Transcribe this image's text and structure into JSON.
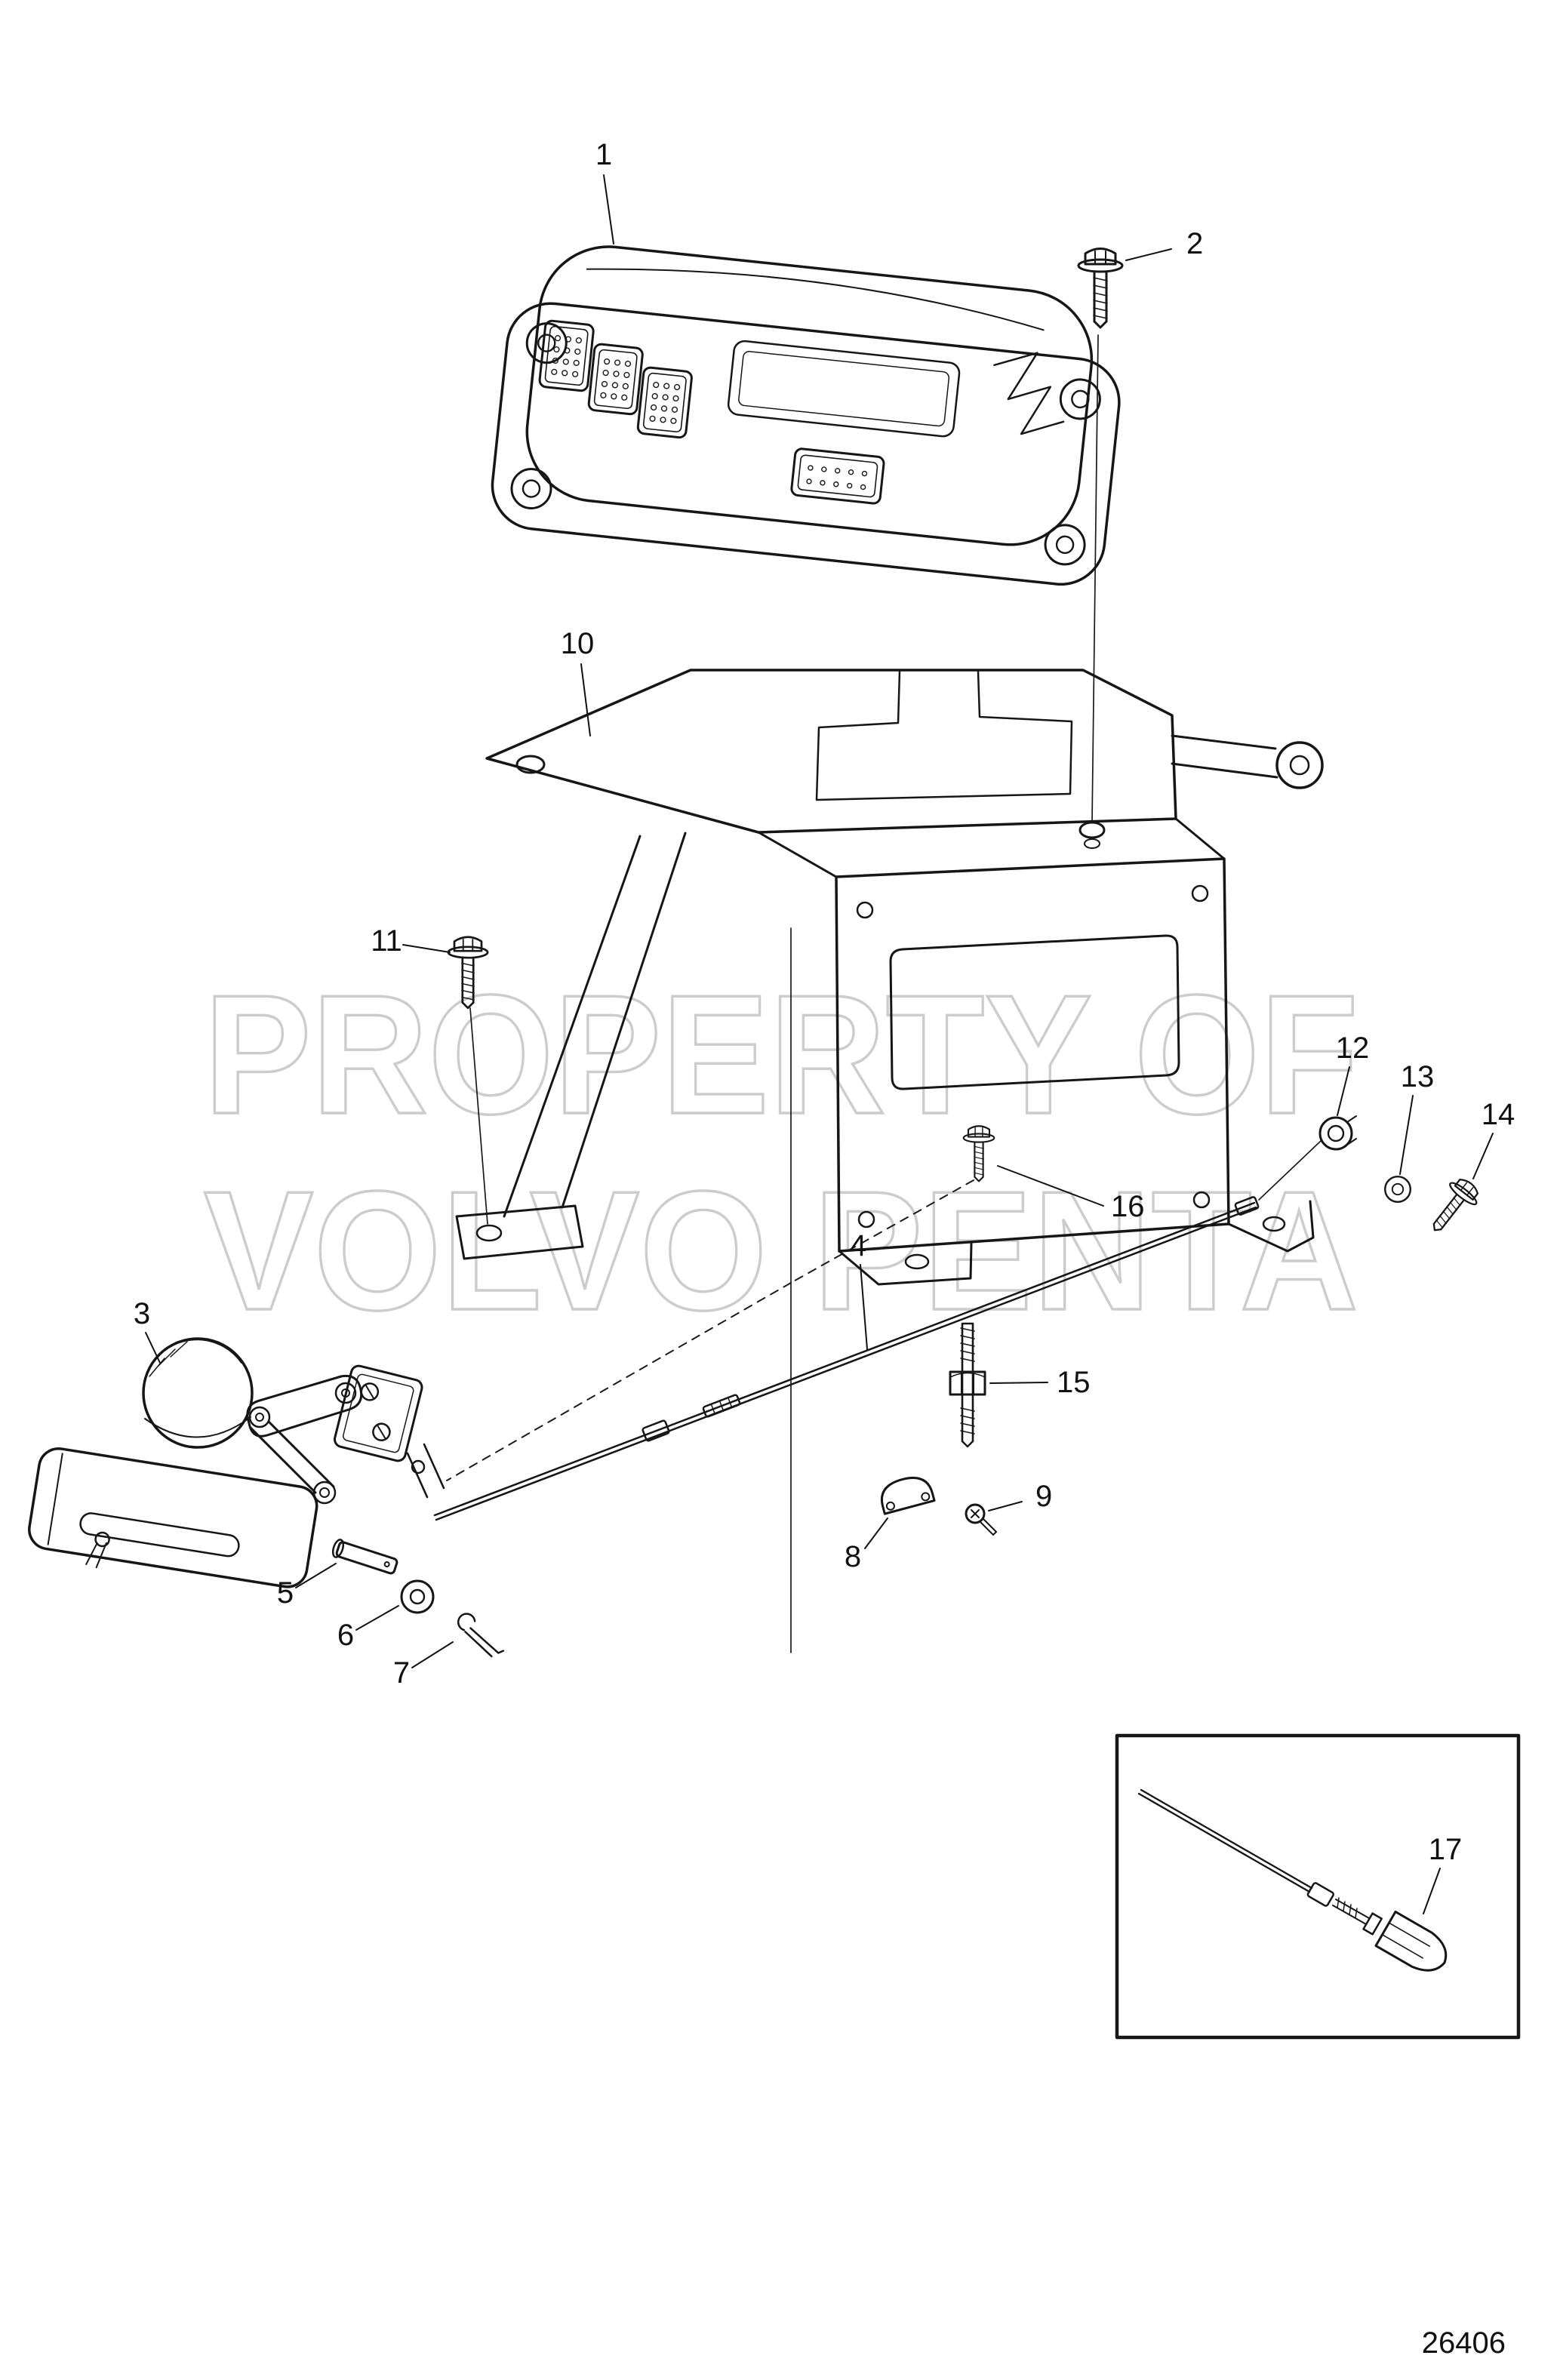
{
  "watermark": {
    "line1": "PROPERTY OF",
    "line2": "VOLVO PENTA"
  },
  "drawing_number": "26406",
  "callouts": [
    "1",
    "2",
    "3",
    "4",
    "5",
    "6",
    "7",
    "8",
    "9",
    "10",
    "11",
    "12",
    "13",
    "14",
    "15",
    "16",
    "17"
  ],
  "colors": {
    "line": "#161616",
    "watermark": "#cccccc",
    "background": "#ffffff"
  }
}
